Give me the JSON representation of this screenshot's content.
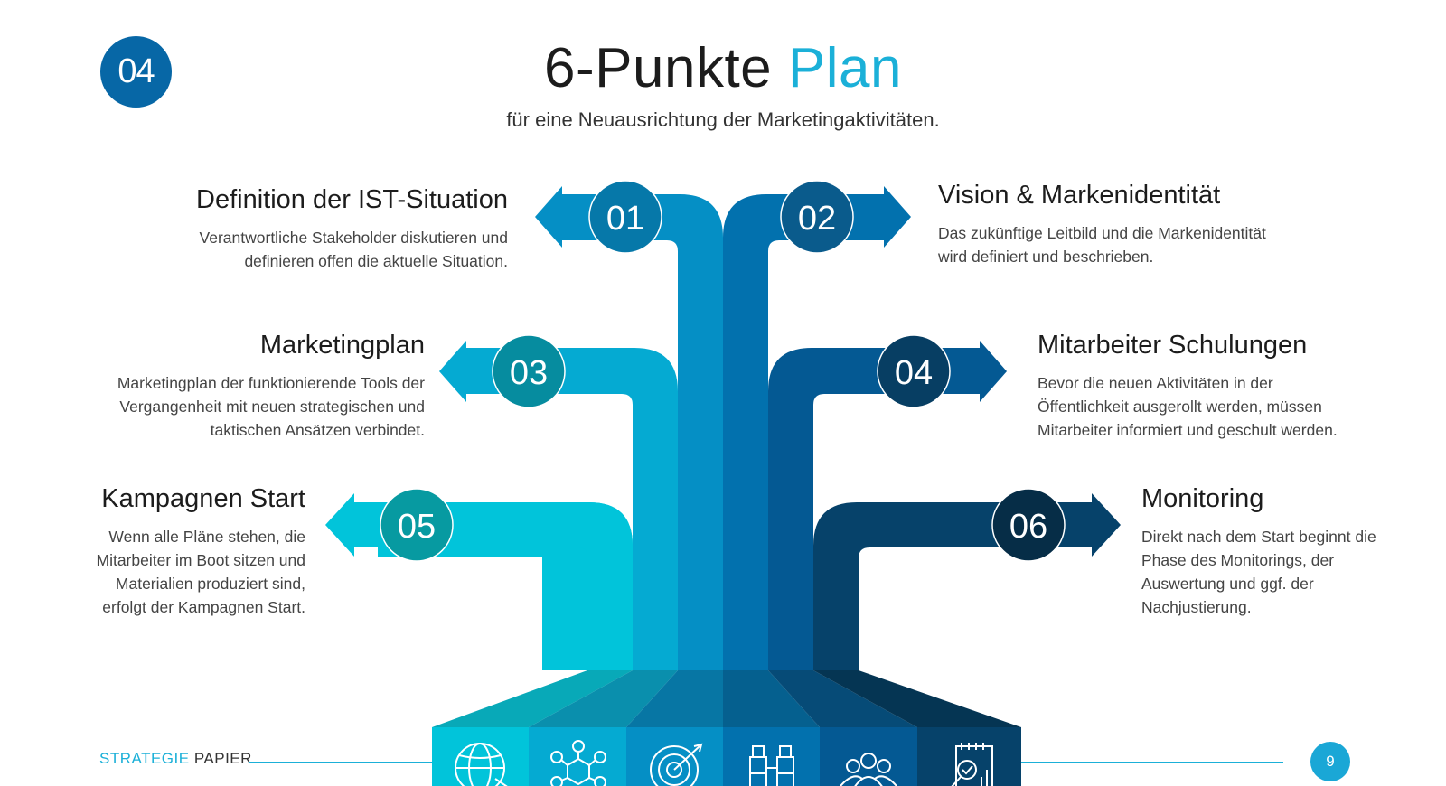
{
  "header": {
    "section_number": "04",
    "title_main": "6-Punkte",
    "title_accent": "Plan",
    "subtitle": "für eine Neuausrichtung der Marketingaktivitäten."
  },
  "steps": [
    {
      "number": "01",
      "title": "Definition der IST-Situation",
      "text": "Verantwortliche Stakeholder diskutieren und definieren offen die aktuelle Situation."
    },
    {
      "number": "02",
      "title": "Vision & Markenidentität",
      "text": "Das zukünftige Leitbild und die Markenidentität wird definiert und beschrieben."
    },
    {
      "number": "03",
      "title": "Marketingplan",
      "text": "Marketingplan der funktionierende Tools der Vergangenheit mit neuen strategischen und taktischen Ansätzen verbindet."
    },
    {
      "number": "04",
      "title": "Mitarbeiter Schulungen",
      "text": "Bevor die neuen Aktivitäten in der Öffentlichkeit ausgerollt werden, müssen Mitarbeiter informiert und geschult werden."
    },
    {
      "number": "05",
      "title": "Kampagnen Start",
      "text": "Wenn alle Pläne stehen, die Mitarbeiter im Boot sitzen und Materialien produziert sind, erfolgt der Kampagnen Start."
    },
    {
      "number": "06",
      "title": "Monitoring",
      "text": "Direkt nach dem Start beginnt die Phase des Monitorings, der Auswertung und ggf. der Nachjustierung."
    }
  ],
  "colors": {
    "c05": "#01c4da",
    "c03": "#05aad2",
    "c01": "#058fc5",
    "c02": "#0271ae",
    "c04": "#045993",
    "c06": "#06426a",
    "accent": "#1bb0d8",
    "badge": "#0767a6"
  },
  "icons": [
    "globe-icon",
    "network-icon",
    "target-icon",
    "binoculars-icon",
    "team-icon",
    "report-icon"
  ],
  "footer": {
    "brand_accent": "STRATEGIE",
    "brand_rest": "PAPIER",
    "page_number": "9"
  }
}
